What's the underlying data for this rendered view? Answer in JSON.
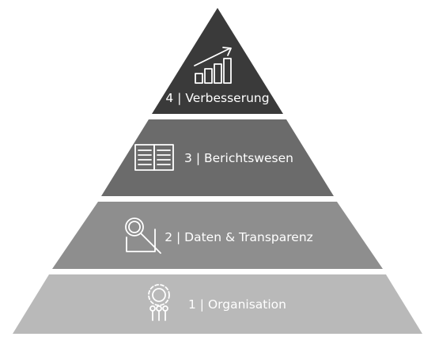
{
  "pyramid": {
    "tiers": [
      {
        "level": 4,
        "label": "4 | Verbesserung",
        "color": "#3a3a3a",
        "icon": "growth-chart-icon"
      },
      {
        "level": 3,
        "label": "3 | Berichtswesen",
        "color": "#6b6b6b",
        "icon": "open-book-icon"
      },
      {
        "level": 2,
        "label": "2 | Daten & Transparenz",
        "color": "#8e8e8e",
        "icon": "magnifier-document-icon"
      },
      {
        "level": 1,
        "label": "1 | Organisation",
        "color": "#b9b9b9",
        "icon": "gear-team-icon"
      }
    ]
  }
}
